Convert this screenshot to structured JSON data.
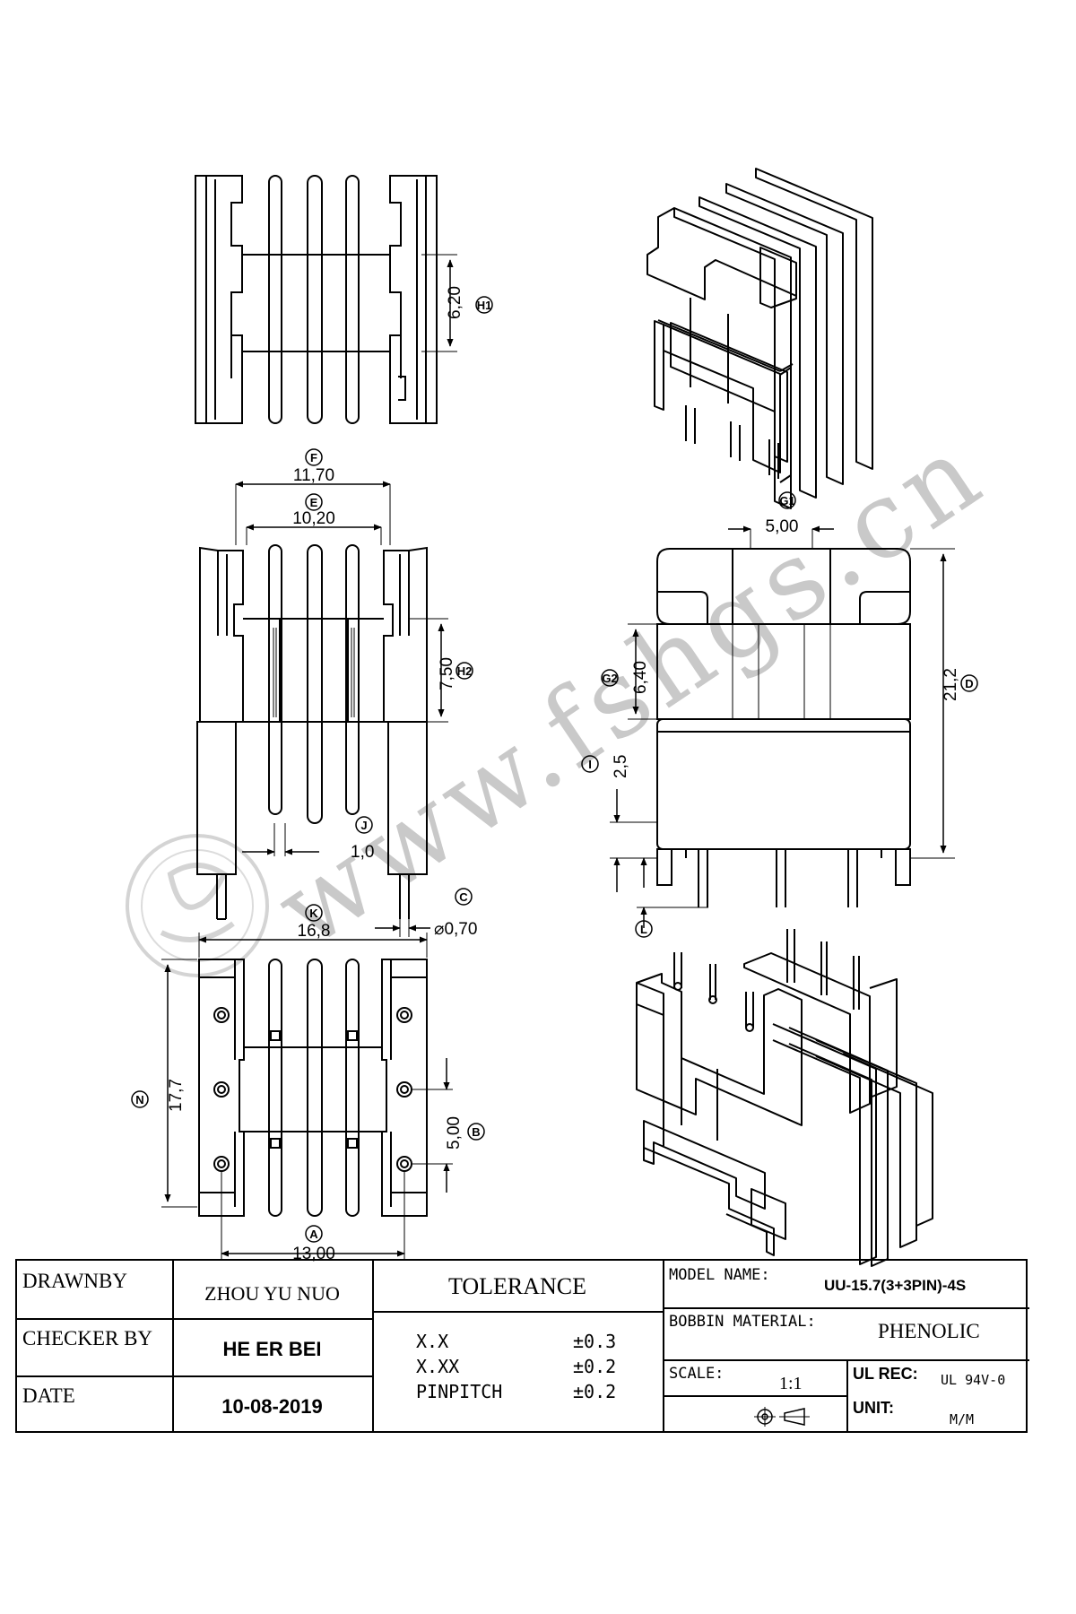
{
  "watermark": "www.fshgs.cn",
  "dimensions": {
    "h1": {
      "value": "6,20",
      "ref": "H1"
    },
    "f": {
      "value": "11,70",
      "ref": "F"
    },
    "e": {
      "value": "10,20",
      "ref": "E"
    },
    "h2": {
      "value": "7,50",
      "ref": "H2"
    },
    "j": {
      "value": "1,0",
      "ref": "J"
    },
    "c": {
      "value": "⌀0,70",
      "ref": "C"
    },
    "k": {
      "value": "16,8",
      "ref": "K"
    },
    "n": {
      "value": "17,7",
      "ref": "N"
    },
    "b": {
      "value": "5,00",
      "ref": "B"
    },
    "a": {
      "value": "13,00",
      "ref": "A"
    },
    "g1": {
      "value": "5,00",
      "ref": "G1"
    },
    "g2": {
      "value": "6,40",
      "ref": "G2"
    },
    "i": {
      "value": "2,5",
      "ref": "I"
    },
    "d": {
      "value": "21,2",
      "ref": "D"
    },
    "l": {
      "value": "",
      "ref": "L"
    }
  },
  "title_block": {
    "drawnby_label": "DRAWNBY",
    "drawnby_value": "ZHOU YU NUO",
    "checker_label": "CHECKER BY",
    "checker_value": "HE ER BEI",
    "date_label": "DATE",
    "date_value": "10-08-2019",
    "tolerance_title": "TOLERANCE",
    "tolerances": [
      {
        "label": "X.X",
        "value": "±0.3"
      },
      {
        "label": "X.XX",
        "value": "±0.2"
      },
      {
        "label": "PINPITCH",
        "value": "±0.2"
      }
    ],
    "model_label": "MODEL NAME:",
    "model_value": "UU-15.7(3+3PIN)-4S",
    "material_label": "BOBBIN MATERIAL:",
    "material_value": "PHENOLIC",
    "scale_label": "SCALE:",
    "scale_value": "1:1",
    "ul_label": "UL REC:",
    "ul_value": "UL 94V-0",
    "unit_label": "UNIT:",
    "unit_value": "M/M"
  }
}
